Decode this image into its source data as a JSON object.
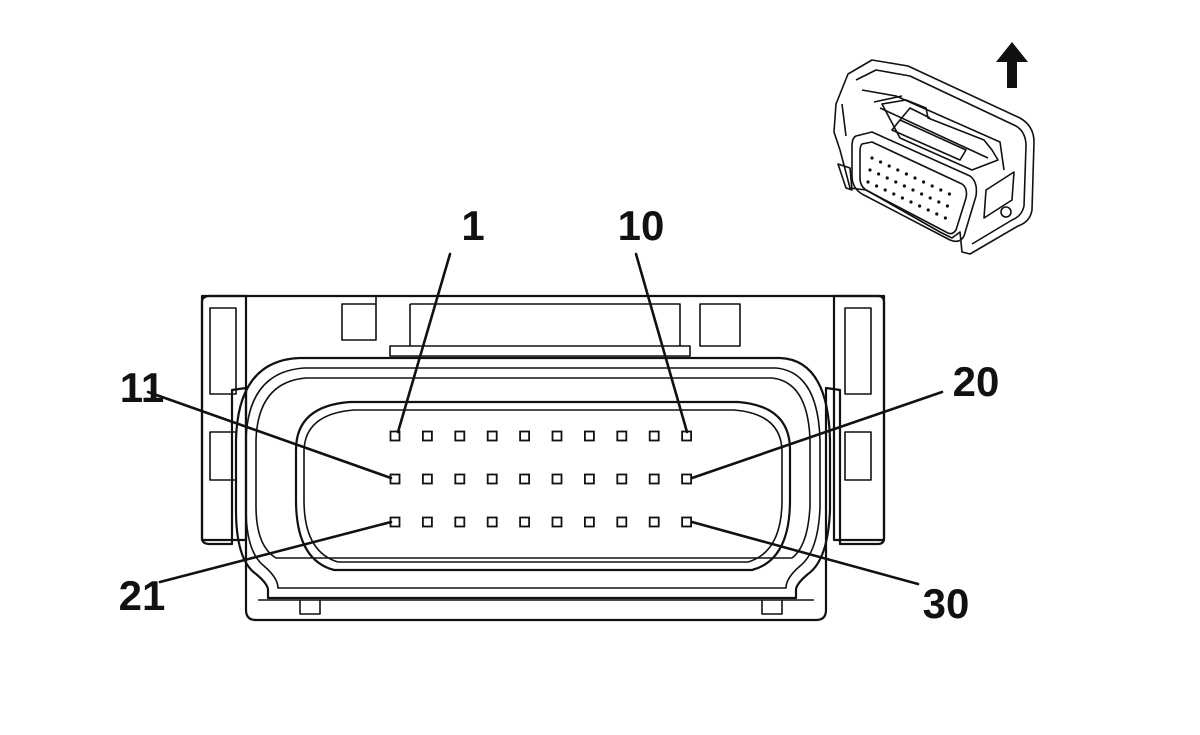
{
  "connector": {
    "rows": 3,
    "pins_per_row": 10,
    "pin_labels": [
      {
        "id": "pin-1",
        "text": "1"
      },
      {
        "id": "pin-10",
        "text": "10"
      },
      {
        "id": "pin-11",
        "text": "11"
      },
      {
        "id": "pin-20",
        "text": "20"
      },
      {
        "id": "pin-21",
        "text": "21"
      },
      {
        "id": "pin-30",
        "text": "30"
      }
    ]
  },
  "indicator": {
    "icon": "up-arrow-icon",
    "color": "#111111"
  }
}
